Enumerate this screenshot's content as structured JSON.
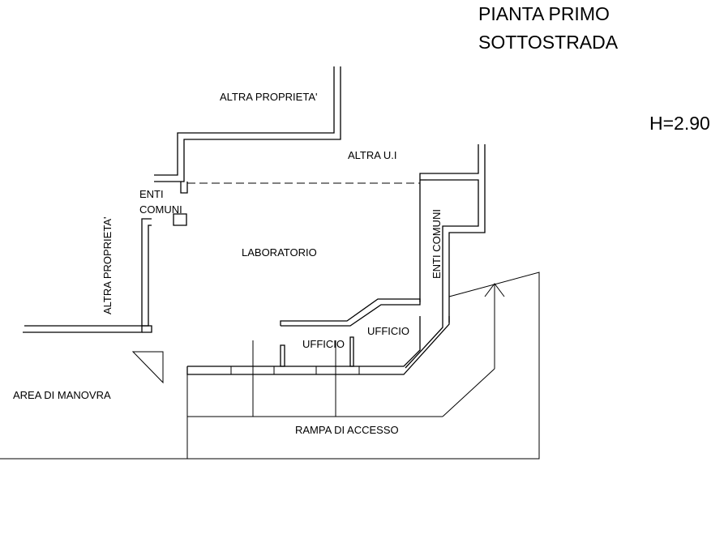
{
  "title_line1": "PIANTA PRIMO",
  "title_line2": "SOTTOSTRADA",
  "height_note": "H=2.90",
  "labels": {
    "altra_proprieta_top": "ALTRA PROPRIETA'",
    "altra_ui": "ALTRA U.I",
    "enti_line1": "ENTI",
    "enti_line2": "COMUNI",
    "altra_proprieta_left": "ALTRA PROPRIETA'",
    "laboratorio": "LABORATORIO",
    "enti_comuni_vertical": "ENTI COMUNI",
    "ufficio_1": "UFFICIO",
    "ufficio_2": "UFFICIO",
    "area_di_manovra": "AREA DI MANOVRA",
    "rampa_di_accesso": "RAMPA DI ACCESSO"
  }
}
